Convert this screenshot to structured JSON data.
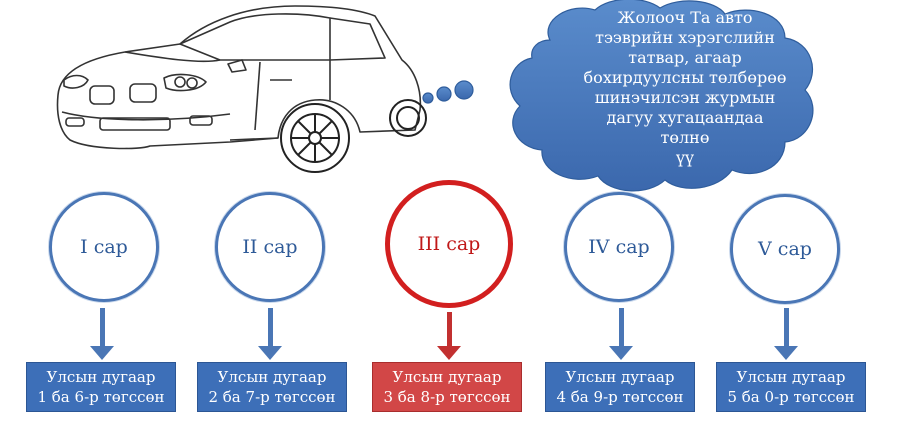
{
  "speech_bubble": {
    "text": "Жолооч Та авто\nтээврийн хэрэгслийн\nтатвар, агаар\nбохирдуулсны төлбөрөө\nшинэчилсэн журмын\nдагуу хугацаандаа төлнө\nүү"
  },
  "colors": {
    "accent_blue": "#3d6fb8",
    "highlight_red": "#d21f1f",
    "cloud_blue": "#4a78b8"
  },
  "months": [
    {
      "label": "I сар",
      "plate_line1": "Улсын дугаар",
      "plate_line2": "1 ба 6-р төгссөн",
      "highlighted": false
    },
    {
      "label": "II сар",
      "plate_line1": "Улсын дугаар",
      "plate_line2": "2 ба 7-р төгссөн",
      "highlighted": false
    },
    {
      "label": "III сар",
      "plate_line1": "Улсын дугаар",
      "plate_line2": "3 ба 8-р төгссөн",
      "highlighted": true
    },
    {
      "label": "IV сар",
      "plate_line1": "Улсын дугаар",
      "plate_line2": "4 ба 9-р төгссөн",
      "highlighted": false
    },
    {
      "label": "V сар",
      "plate_line1": "Улсын дугаар",
      "plate_line2": "5 ба 0-р төгссөн",
      "highlighted": false
    }
  ]
}
